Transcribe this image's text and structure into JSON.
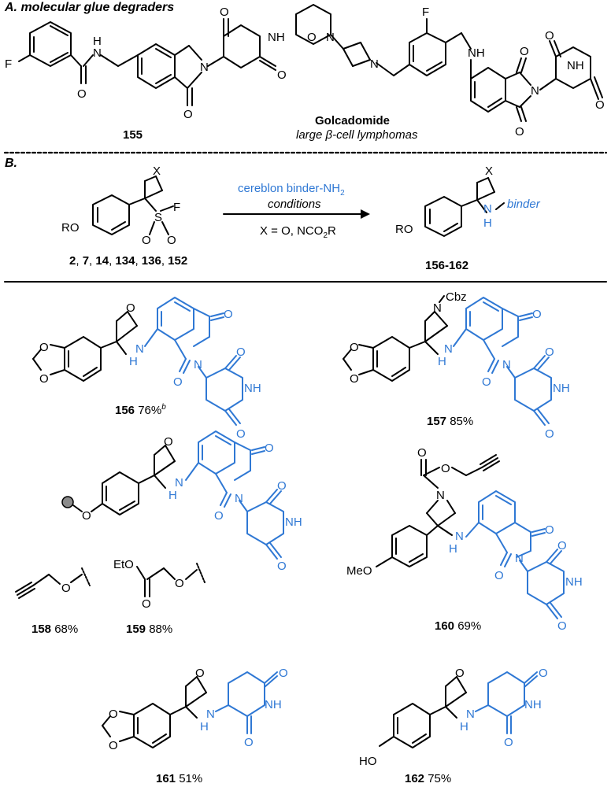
{
  "sectionA": {
    "title": "A. molecular glue degraders",
    "compound155": "155",
    "golcadomide": "Golcadomide",
    "golcadomide_indication": "large β-cell lymphomas"
  },
  "sectionB": {
    "title": "B.",
    "reagent_line1": "cereblon binder-NH",
    "reagent_sub": "2",
    "reagent_line2": "conditions",
    "x_condition": "X = O, NCO",
    "x_condition_tail": "R",
    "x_condition_sub": "2",
    "sm_labels": [
      "2",
      ", ",
      "7",
      ", ",
      "14",
      ", ",
      "134",
      ", ",
      "136",
      ", ",
      "152"
    ],
    "product_label": "156-162",
    "binder_label": "binder"
  },
  "products": [
    {
      "id": "156",
      "yield": "76%",
      "note": "b"
    },
    {
      "id": "157",
      "yield": "85%"
    },
    {
      "id": "158",
      "yield": "68%"
    },
    {
      "id": "159",
      "yield": "88%"
    },
    {
      "id": "160",
      "yield": "69%"
    },
    {
      "id": "161",
      "yield": "51%"
    },
    {
      "id": "162",
      "yield": "75%"
    }
  ],
  "atoms": {
    "F": "F",
    "O": "O",
    "N": "N",
    "H": "H",
    "NH": "NH",
    "S": "S",
    "X": "X",
    "RO": "RO",
    "HO": "HO",
    "MeO": "MeO",
    "EtO": "EtO",
    "Cbz": "Cbz"
  },
  "colors": {
    "binder": "#2f78d4",
    "ink": "#000000",
    "dot": "#8c8c8c"
  }
}
